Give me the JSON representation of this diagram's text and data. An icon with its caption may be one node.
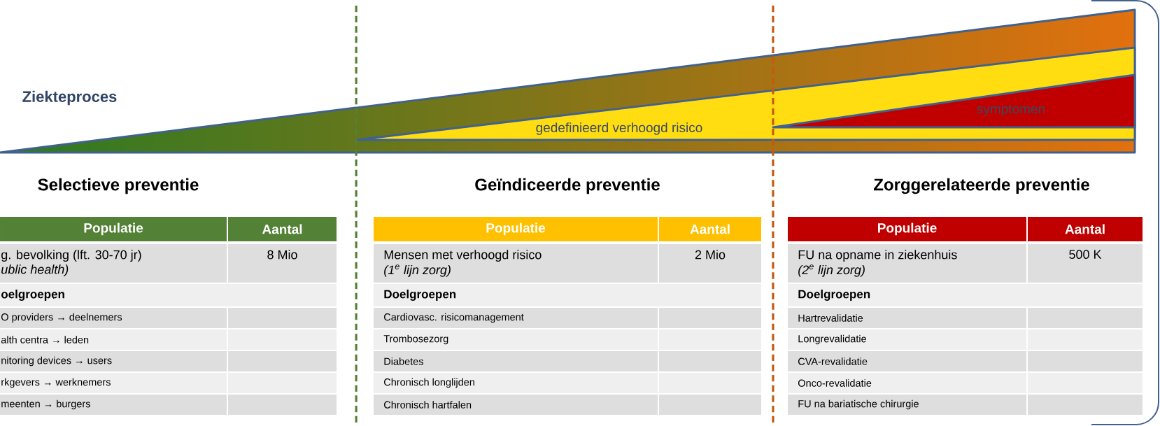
{
  "diagram": {
    "nodes": [
      {
        "text": [
          "Ziekteproces"
        ]
      },
      {
        "text": [
          "gedefinieerd verhoogd risico"
        ],
        "in": 0
      },
      {
        "text": [
          "symptomen"
        ],
        "in": 1
      }
    ],
    "labels": [
      "Selectieve preventie",
      "Geïndiceerde preventie",
      "Zorggerelateerde preventie",
      "Populatie",
      "Aantal",
      "g. bevolking (lft. 30-70 jr)",
      "ublic health)",
      "8 Mio",
      "oelgroepen",
      "O providers → deelnemers",
      "alth centra → leden",
      "nitoring devices → users",
      "rkgevers → werknemers",
      "meenten → burgers",
      "Populatie",
      "Aantal",
      "Mensen met verhoogd risico",
      "(1$^{e}$ lijn zorg)",
      "2 Mio",
      "Doelgroepen",
      "Cardiovasc. risicomanagement",
      "Trombosezorg",
      "Diabetes",
      "Chronisch longlijden",
      "Chronisch hartfalen",
      "Populatie",
      "Aantal",
      "FU na opname in ziekenhuis",
      "(2$^{e}$ lijn zorg)",
      "500 K",
      "Doelgroepen",
      "Hartrevalidatie",
      "Longrevalidatie",
      "CVA-revalidatie",
      "Onco-revalidatie",
      "FU na bariatische chirurgie"
    ]
  }
}
